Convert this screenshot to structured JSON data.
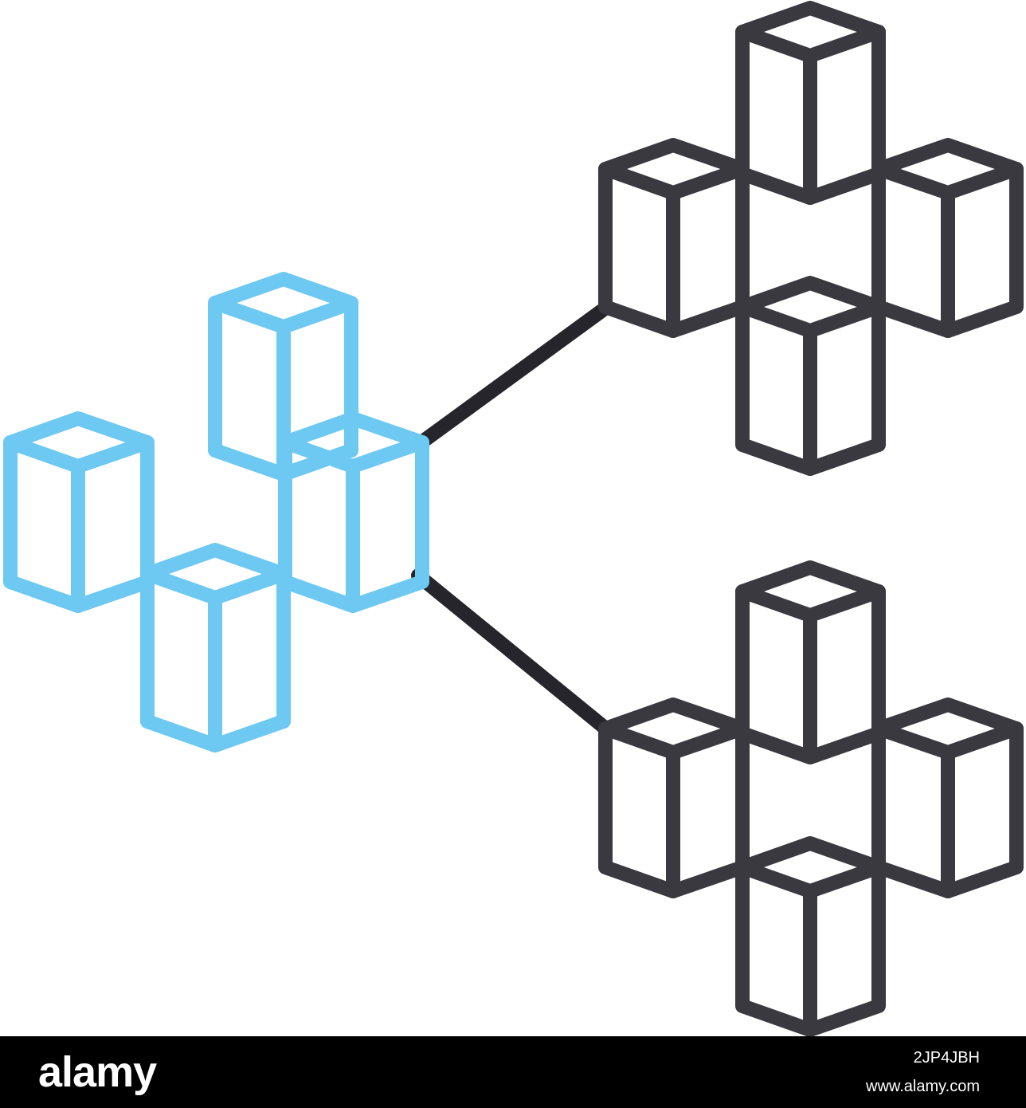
{
  "illustration": {
    "icon_name": "modular-network-line-icon",
    "source_cluster": {
      "icon_name": "cube-cluster-icon",
      "color": "#6DC8F2"
    },
    "target_clusters": [
      {
        "icon_name": "cube-cluster-icon",
        "color": "#3A3940"
      },
      {
        "icon_name": "cube-cluster-icon",
        "color": "#3A3940"
      }
    ],
    "connector_color": "#25252B",
    "background": "#FFFFFF"
  },
  "watermark_bar": {
    "brand": "alamy",
    "image_id": "2JP4JBH",
    "site": "www.alamy.com",
    "background": "#000000",
    "text_color": "#FFFFFF"
  }
}
